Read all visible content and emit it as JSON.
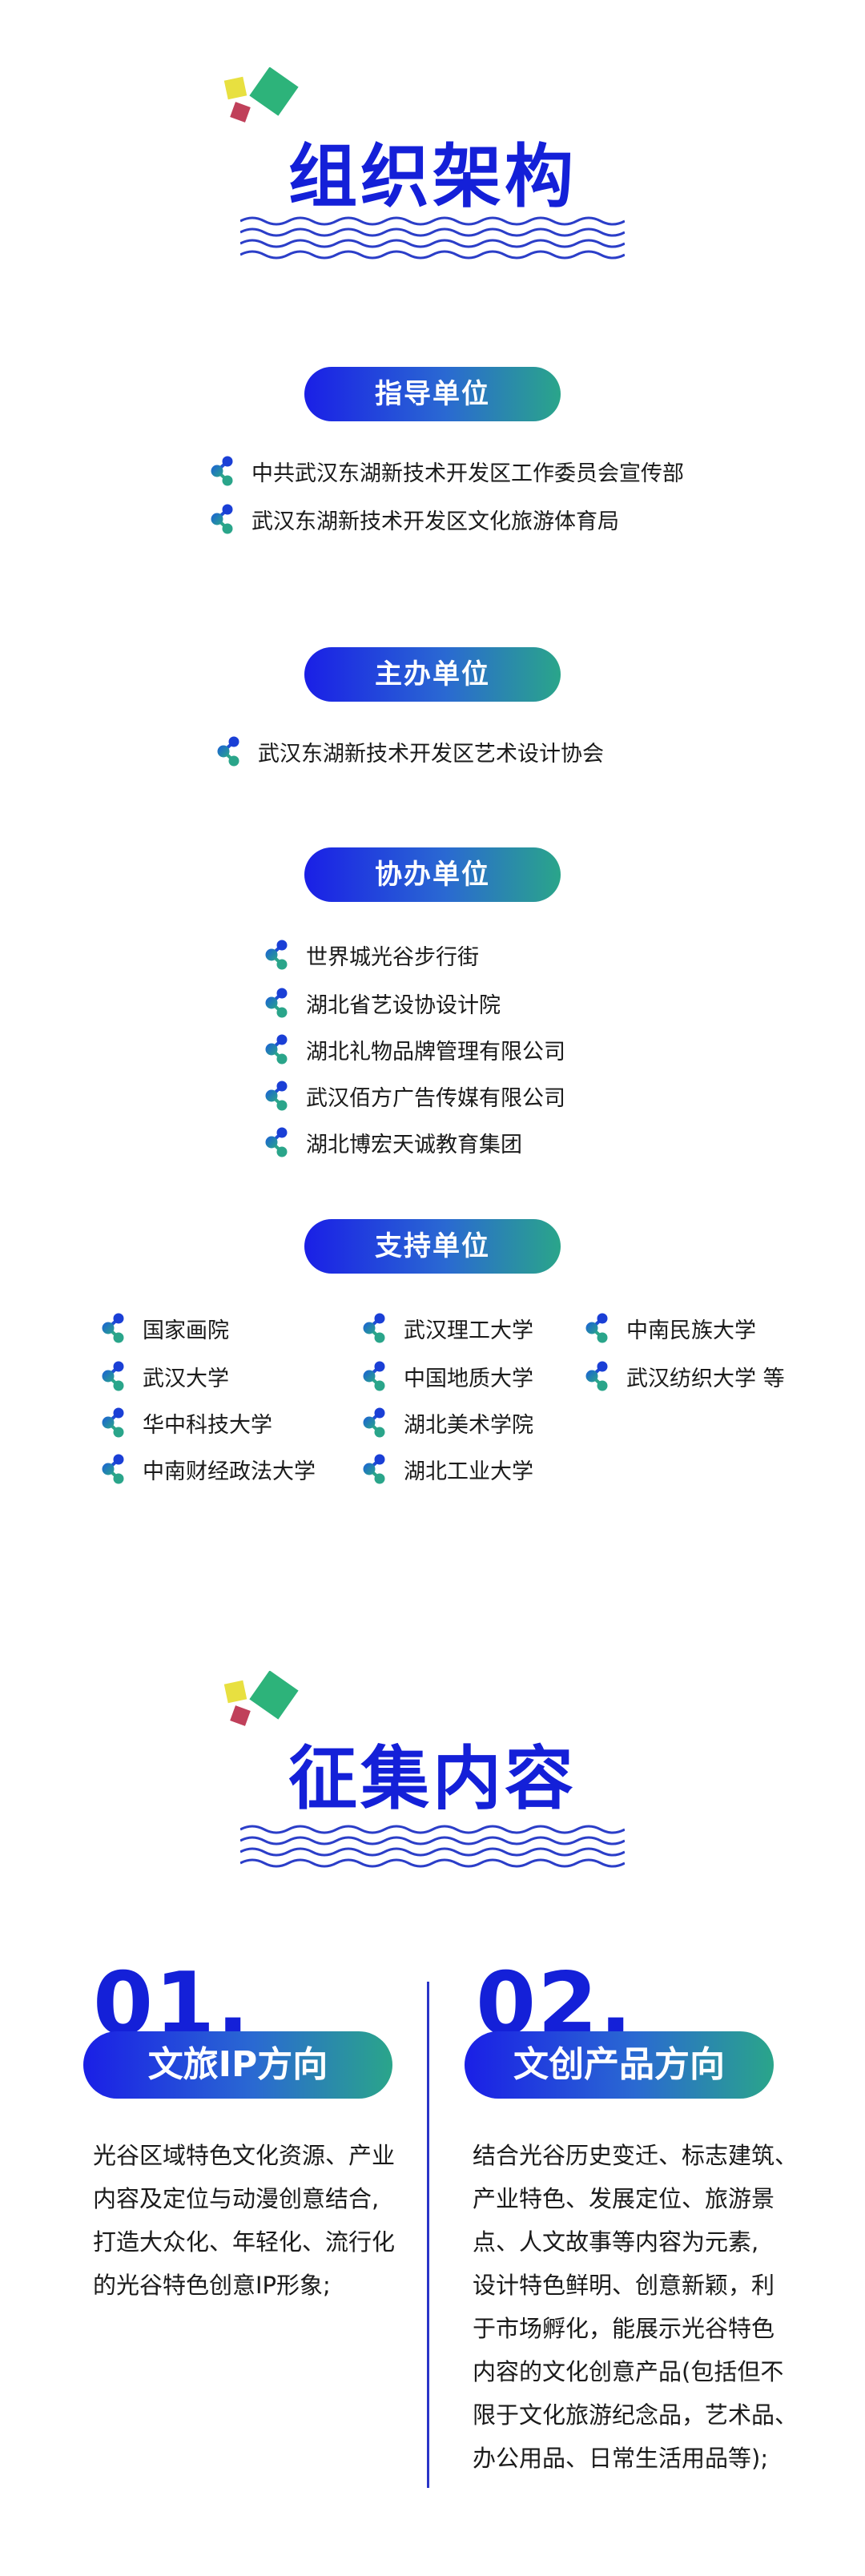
{
  "org": {
    "title": "组织架构",
    "guide": {
      "label": "指导单位",
      "items": [
        "中共武汉东湖新技术开发区工作委员会宣传部",
        "武汉东湖新技术开发区文化旅游体育局"
      ]
    },
    "host": {
      "label": "主办单位",
      "items": [
        "武汉东湖新技术开发区艺术设计协会"
      ]
    },
    "co": {
      "label": "协办单位",
      "items": [
        "世界城光谷步行街",
        "湖北省艺设协设计院",
        "湖北礼物品牌管理有限公司",
        "武汉佰方广告传媒有限公司",
        "湖北博宏天诚教育集团"
      ]
    },
    "support": {
      "label": "支持单位",
      "col1": [
        "国家画院",
        "武汉大学",
        "华中科技大学",
        "中南财经政法大学"
      ],
      "col2": [
        "武汉理工大学",
        "中国地质大学",
        "湖北美术学院",
        "湖北工业大学"
      ],
      "col3": [
        "中南民族大学",
        "武汉纺织大学 等"
      ]
    }
  },
  "content": {
    "title": "征集内容",
    "dir1": {
      "number": "01.",
      "label": "文旅IP方向",
      "lines": [
        "光谷区域特色文化资源、产业",
        "内容及定位与动漫创意结合,",
        "打造大众化、年轻化、流行化",
        "的光谷特色创意IP形象;"
      ]
    },
    "dir2": {
      "number": "02.",
      "label": "文创产品方向",
      "lines": [
        "结合光谷历史变迁、标志建筑、",
        "产业特色、发展定位、旅游景",
        "点、人文故事等内容为元素,",
        "设计特色鲜明、创意新颖，利",
        "于市场孵化，能展示光谷特色",
        "内容的文化创意产品(包括但不",
        "限于文化旅游纪念品，艺术品、",
        "办公用品、日常生活用品等);"
      ]
    }
  },
  "colors": {
    "title_blue": "#1420d8",
    "gradient_start": "#1a1fe6",
    "gradient_end": "#2aa58a",
    "deco_yellow": "#e8e040",
    "deco_green": "#2db37a",
    "deco_red": "#c0405a"
  }
}
